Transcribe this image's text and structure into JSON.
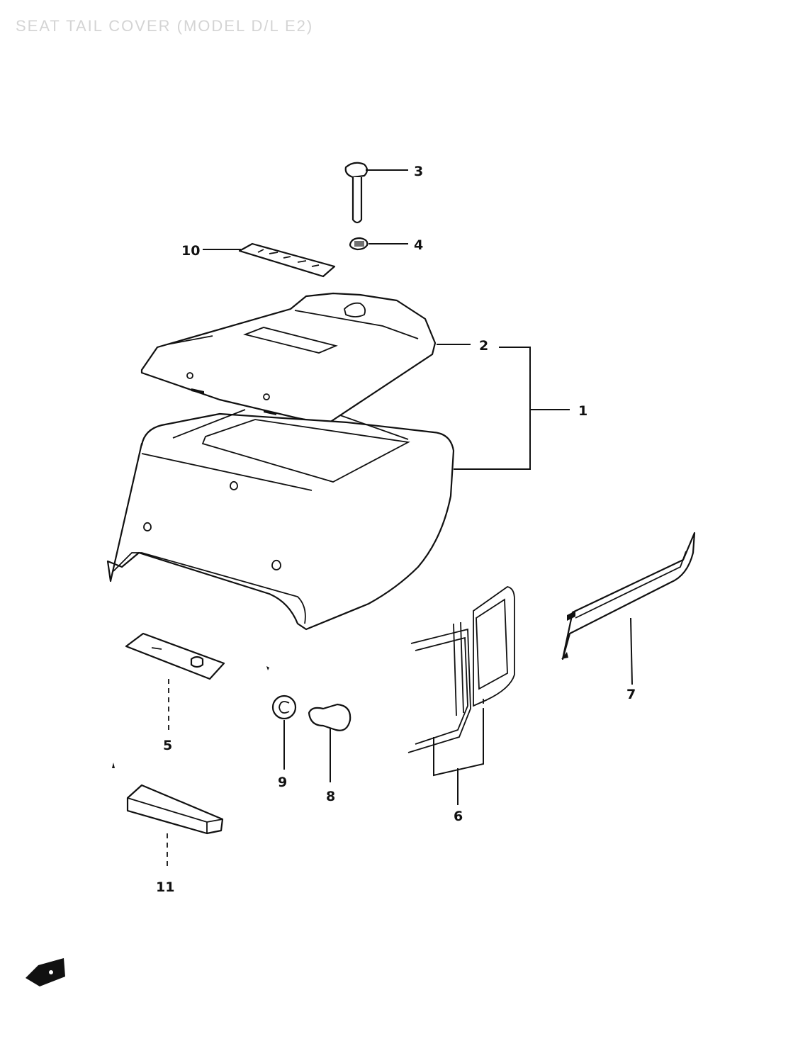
{
  "title": "SEAT TAIL COVER (MODEL D/L E2)",
  "callouts": [
    "1",
    "2",
    "3",
    "4",
    "5",
    "6",
    "7",
    "8",
    "9",
    "10",
    "11"
  ]
}
